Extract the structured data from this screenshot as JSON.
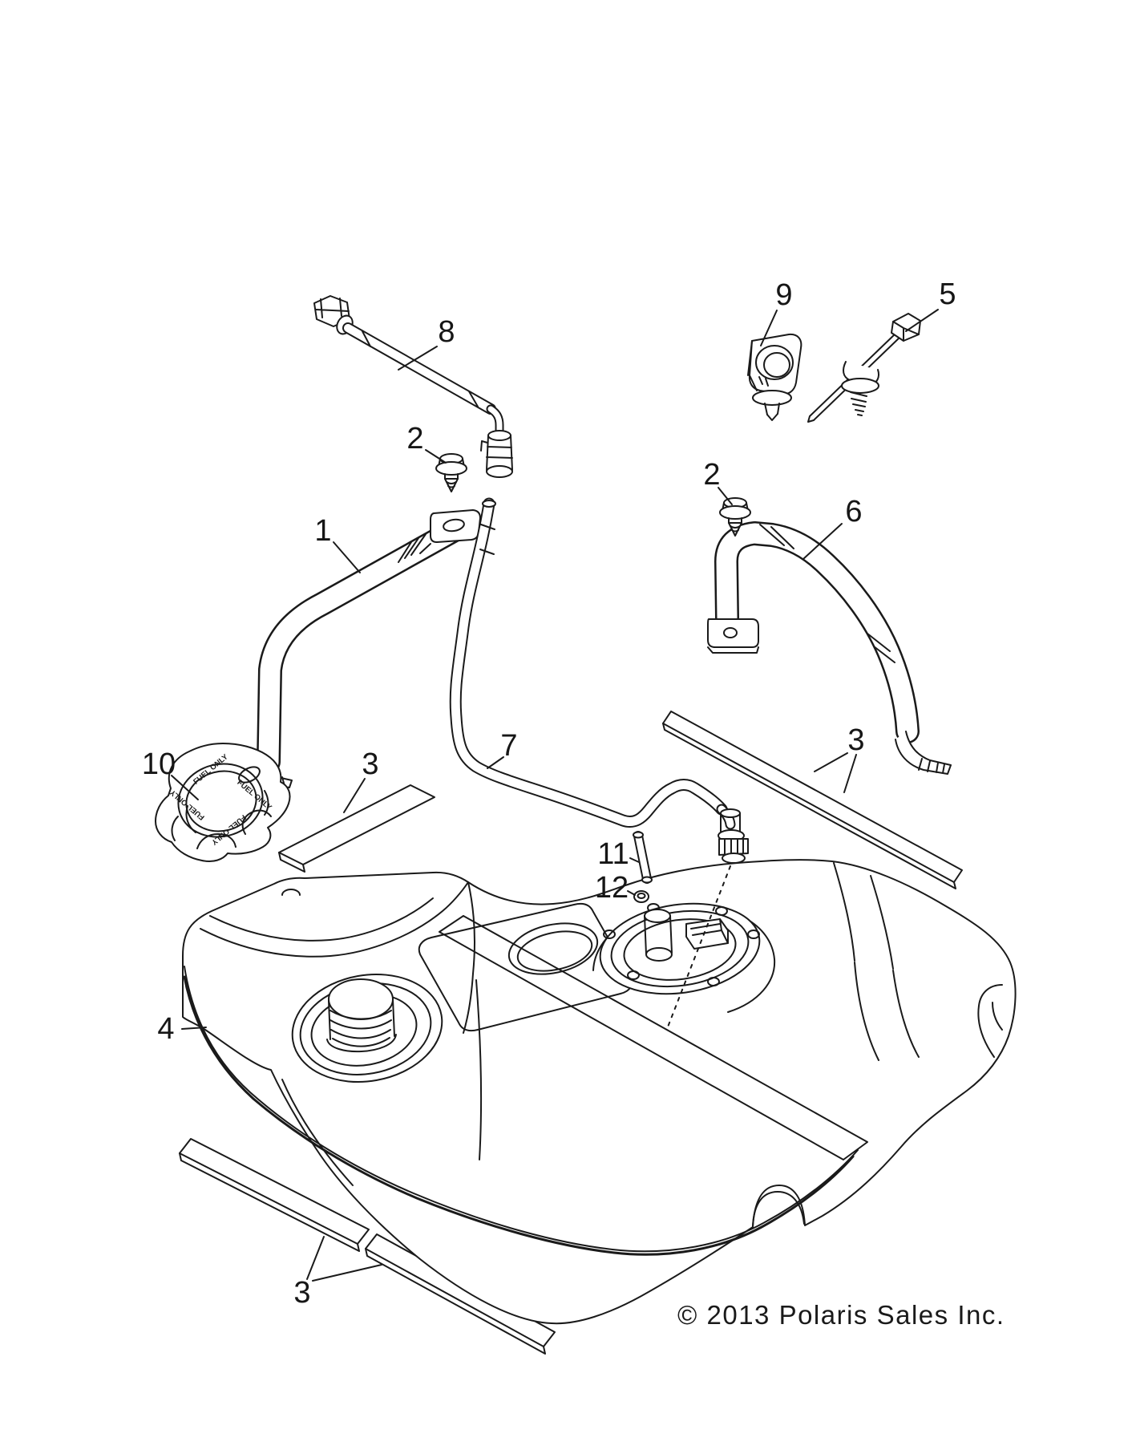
{
  "diagram": {
    "copyright": "© 2013 Polaris Sales Inc.",
    "fuel_cap_text": "FUEL ONLY",
    "line_color": "#1a1a1a",
    "background_color": "#ffffff",
    "callouts": [
      {
        "number": "1",
        "part": "front-strap"
      },
      {
        "number": "2",
        "part": "flange-bolt-front"
      },
      {
        "number": "2",
        "part": "flange-bolt-rear"
      },
      {
        "number": "3",
        "part": "foam-strip-upper-left"
      },
      {
        "number": "3",
        "part": "foam-strip-upper-right"
      },
      {
        "number": "3",
        "part": "foam-strips-bottom"
      },
      {
        "number": "4",
        "part": "fuel-tank"
      },
      {
        "number": "5",
        "part": "cable-tie-mount"
      },
      {
        "number": "6",
        "part": "rear-strap"
      },
      {
        "number": "7",
        "part": "fuel-hose"
      },
      {
        "number": "8",
        "part": "fuel-line-assembly"
      },
      {
        "number": "9",
        "part": "hose-clamp"
      },
      {
        "number": "10",
        "part": "fuel-cap"
      },
      {
        "number": "11",
        "part": "vent-tube"
      },
      {
        "number": "12",
        "part": "grommet"
      }
    ]
  }
}
